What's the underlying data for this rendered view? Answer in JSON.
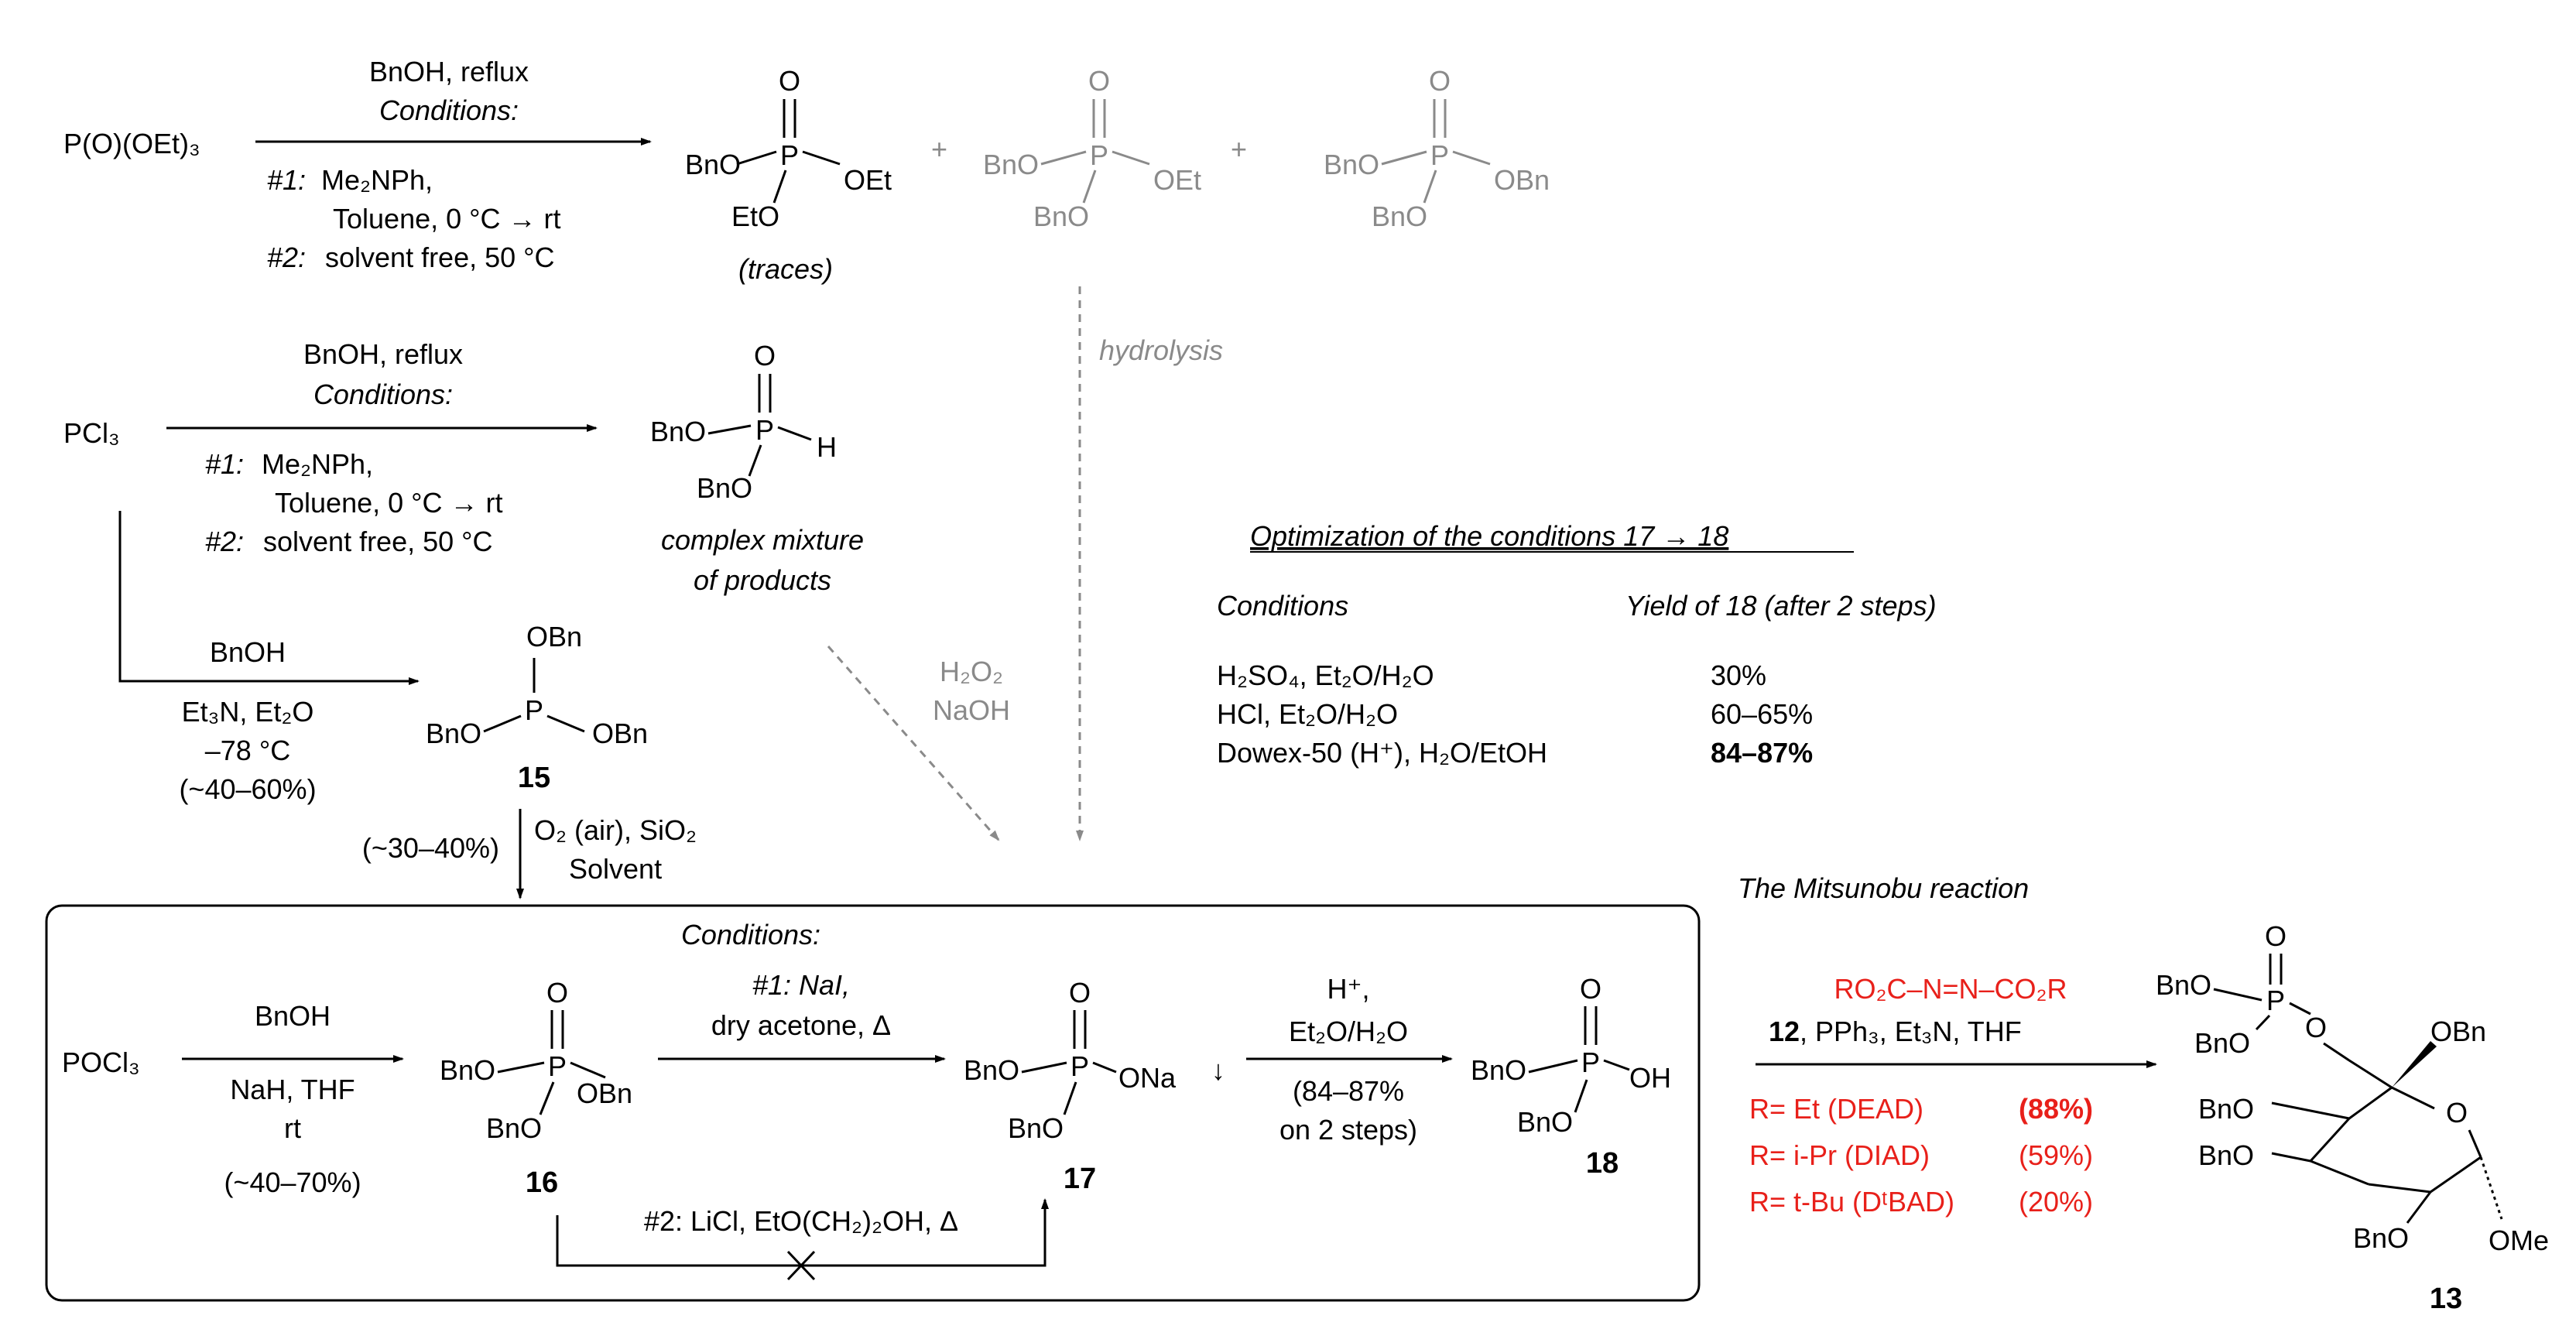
{
  "row1": {
    "reagent": "P(O)(OEt)₃",
    "above1": "BnOH, reflux",
    "above2": "Conditions:",
    "c1_label": "#1:",
    "c1_text": "Me₂NPh,",
    "c1_line2": "Toluene, 0 °C → rt",
    "c2_label": "#2:",
    "c2_text": "solvent free, 50 °C",
    "p1": {
      "o": "O",
      "p": "P",
      "left": "BnO",
      "right": "OEt",
      "bottom": "EtO",
      "note": "(traces)"
    },
    "plus": "+",
    "p2": {
      "o": "O",
      "p": "P",
      "left": "BnO",
      "right": "OEt",
      "bottom": "BnO"
    },
    "p3": {
      "o": "O",
      "p": "P",
      "left": "BnO",
      "right": "OBn",
      "bottom": "BnO"
    }
  },
  "row2": {
    "reagent": "PCl₃",
    "above1": "BnOH, reflux",
    "above2": "Conditions:",
    "c1_label": "#1:",
    "c1_text": "Me₂NPh,",
    "c1_line2": "Toluene, 0 °C → rt",
    "c2_label": "#2:",
    "c2_text": "solvent free, 50 °C",
    "product": {
      "o": "O",
      "p": "P",
      "left": "BnO",
      "right": "H",
      "bottom": "BnO"
    },
    "note1": "complex mixture",
    "note2": "of products"
  },
  "hydrolysis": "hydrolysis",
  "h2o2_1": "H₂O₂",
  "h2o2_2": "NaOH",
  "phosphite": {
    "above": "BnOH",
    "below1": "Et₃N, Et₂O",
    "below2": "–78 °C",
    "below3": "(~40–60%)",
    "top": "OBn",
    "left": "BnO",
    "p": "P",
    "right": "OBn",
    "num": "15"
  },
  "oxidation": {
    "yield": "(~30–40%)",
    "r1": "O₂ (air), SiO₂",
    "r2": "Solvent"
  },
  "box": {
    "conditions": "Conditions:",
    "poc": "POCl₃",
    "step1_above": "BnOH",
    "step1_below1": "NaH, THF",
    "step1_below2": "rt",
    "step1_below3": "(~40–70%)",
    "c16": {
      "o": "O",
      "p": "P",
      "left": "BnO",
      "right": "OBn",
      "bottom": "BnO",
      "num": "16"
    },
    "step2_above1": "#1: NaI,",
    "step2_above2": "dry acetone, Δ",
    "step2_below": "#2: LiCl, EtO(CH₂)₂OH, Δ",
    "c17": {
      "o": "O",
      "p": "P",
      "left": "BnO",
      "right": "ONa",
      "arrow": "↓",
      "bottom": "BnO",
      "num": "17"
    },
    "step3_above1": "H⁺,",
    "step3_above2": "Et₂O/H₂O",
    "step3_below1": "(84–87%",
    "step3_below2": "on 2 steps)",
    "c18": {
      "o": "O",
      "p": "P",
      "left": "BnO",
      "right": "OH",
      "bottom": "BnO",
      "num": "18"
    }
  },
  "optim": {
    "title": "Optimization of the conditions 17 → 18",
    "h1": "Conditions",
    "h2": "Yield of 18 (after 2 steps)",
    "rows": [
      {
        "cond": "H₂SO₄, Et₂O/H₂O",
        "yield": "30%"
      },
      {
        "cond": "HCl, Et₂O/H₂O",
        "yield": "60–65%"
      },
      {
        "cond": "Dowex-50 (H⁺), H₂O/EtOH",
        "yield": "84–87%"
      }
    ]
  },
  "mitsunobu": {
    "title": "The Mitsunobu reaction",
    "reagent": "RO₂C–N=N–CO₂R",
    "cond_num": "12",
    "cond_rest": ", PPh₃, Et₃N, THF",
    "r1": "R= Et  (DEAD)",
    "r1y": "(88%)",
    "r2": "R= i-Pr  (DIAD)",
    "r2y": "(59%)",
    "r3": "R= t-Bu  (DᵗBAD)",
    "r3y": "(20%)"
  },
  "c13": {
    "o": "O",
    "p": "P",
    "bno1": "BnO",
    "bno2": "BnO",
    "obn": "OBn",
    "ring_o": "O",
    "bno3": "BnO",
    "bno4": "BnO",
    "bno5": "BnO",
    "ome": "OMe",
    "num": "13"
  }
}
